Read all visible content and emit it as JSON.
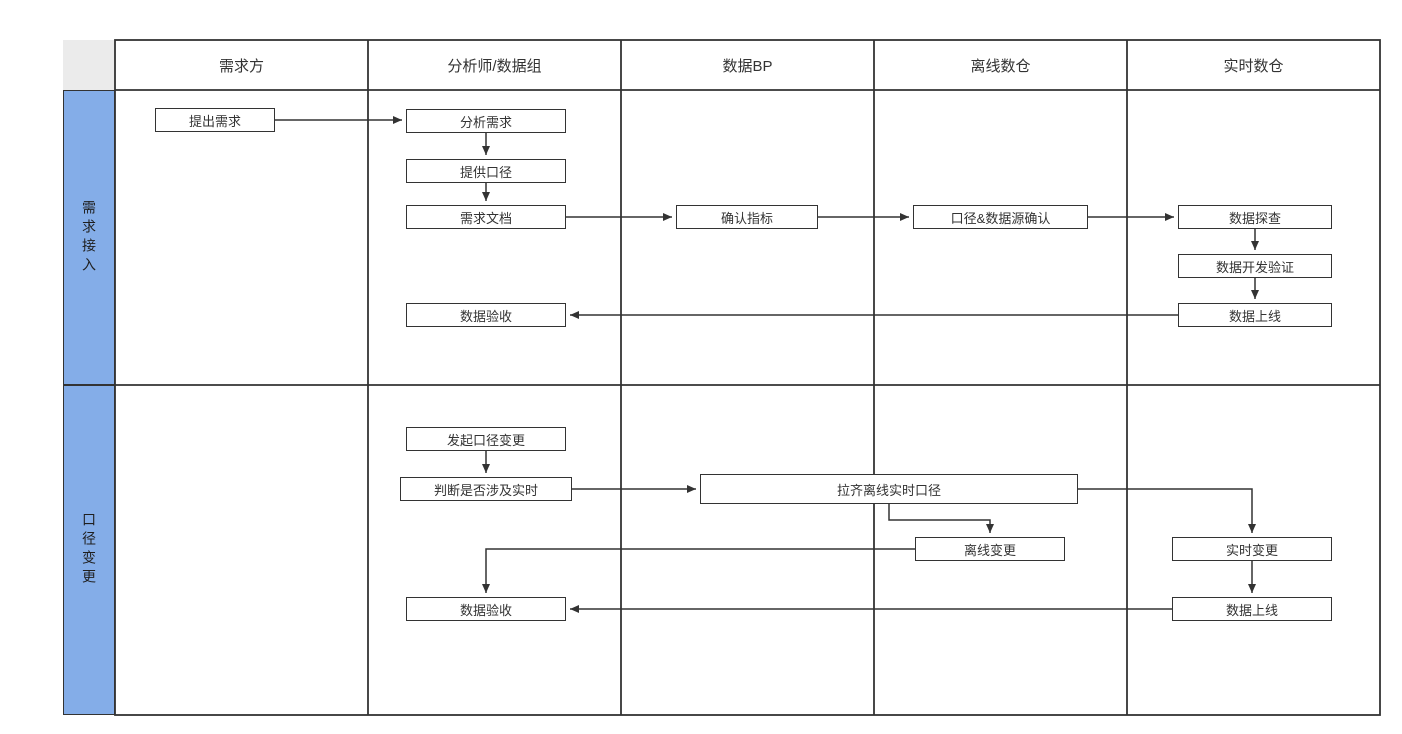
{
  "columns": [
    "需求方",
    "分析师/数据组",
    "数据BP",
    "离线数仓",
    "实时数仓"
  ],
  "lanes": [
    {
      "label": "需求接入"
    },
    {
      "label": "口径变更"
    }
  ],
  "nodes": {
    "propose": "提出需求",
    "analyze": "分析需求",
    "provide_caliber": "提供口径",
    "requirement_doc": "需求文档",
    "confirm_metrics": "确认指标",
    "caliber_datasource_confirm": "口径&数据源确认",
    "data_explore": "数据探查",
    "data_dev_verify": "数据开发验证",
    "data_online_intake": "数据上线",
    "data_accept_intake": "数据验收",
    "initiate_caliber_change": "发起口径变更",
    "judge_involve_realtime": "判断是否涉及实时",
    "align_offline_realtime_caliber": "拉齐离线实时口径",
    "offline_change": "离线变更",
    "realtime_change": "实时变更",
    "data_online_change": "数据上线",
    "data_accept_change": "数据验收"
  },
  "colors": {
    "lane_label_bg": "#84ADE8",
    "line": "#333333",
    "node_bg": "#FFFFFF",
    "text": "#333333"
  }
}
